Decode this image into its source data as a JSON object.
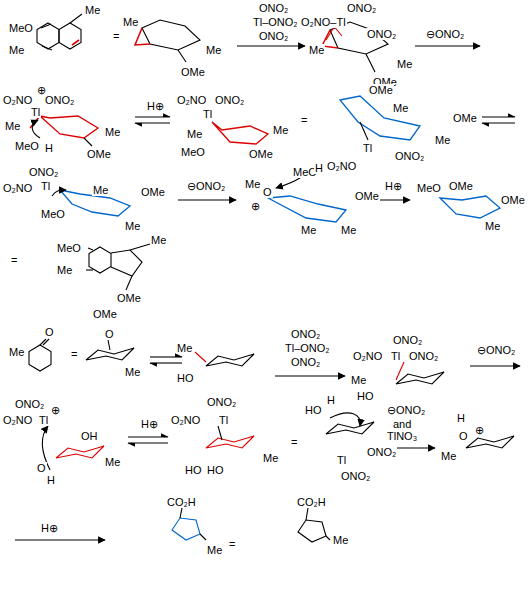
{
  "diagram": {
    "labels": [
      "MeO",
      "Me",
      "Me",
      "=",
      "Me",
      "Me",
      "OMe",
      "ONO₂",
      "Tl–ONO₂",
      "ONO₂",
      "ONO₂",
      "O₂NO–Tl",
      "ONO₂",
      "Me",
      "Me",
      "OMe",
      "⊖ONO₂",
      "O₂NO",
      "⊕",
      "ONO₂",
      "Tl",
      "Me",
      "MeO",
      "H",
      "Me",
      "OMe",
      "H⊕",
      "O₂NO",
      "ONO₂",
      "Tl",
      "Me",
      "MeO",
      "Me",
      "OMe",
      "=",
      "OMe",
      "Me",
      "OMe",
      "Me",
      "Tl",
      "ONO₂",
      "O₂NO",
      "ONO₂",
      "O₂NO",
      "Tl",
      "MeO",
      "Me",
      "OMe",
      "Me",
      "⊖ONO₂",
      "Me",
      "O",
      "⊕",
      "MeO",
      "H",
      "OMe",
      "Me",
      "Me",
      "H⊕",
      "MeO",
      "OMe",
      "OMe",
      "Me",
      "=",
      "MeO",
      "Me",
      "Me",
      "OMe",
      "OMe",
      "Me",
      "O",
      "=",
      "O",
      "Me",
      "Me",
      "HO",
      "ONO₂",
      "Tl–ONO₂",
      "ONO₂",
      "ONO₂",
      "O₂NO",
      "Tl",
      "ONO₂",
      "Me",
      "HO",
      "⊖ONO₂",
      "ONO₂",
      "O₂NO",
      "Tl",
      "⊕",
      "OH",
      "Me",
      "O",
      "H",
      "H⊕",
      "ONO₂",
      "O₂NO",
      "Tl",
      "HO",
      "HO",
      "Me",
      "=",
      "HO",
      "H",
      "Tl",
      "ONO₂",
      "ONO₂",
      "⊖ONO₂",
      "and",
      "TlNO₃",
      "H",
      "O",
      "⊕",
      "Me",
      "H⊕",
      "CO₂H",
      "Me",
      "=",
      "CO₂H",
      "Me"
    ]
  }
}
